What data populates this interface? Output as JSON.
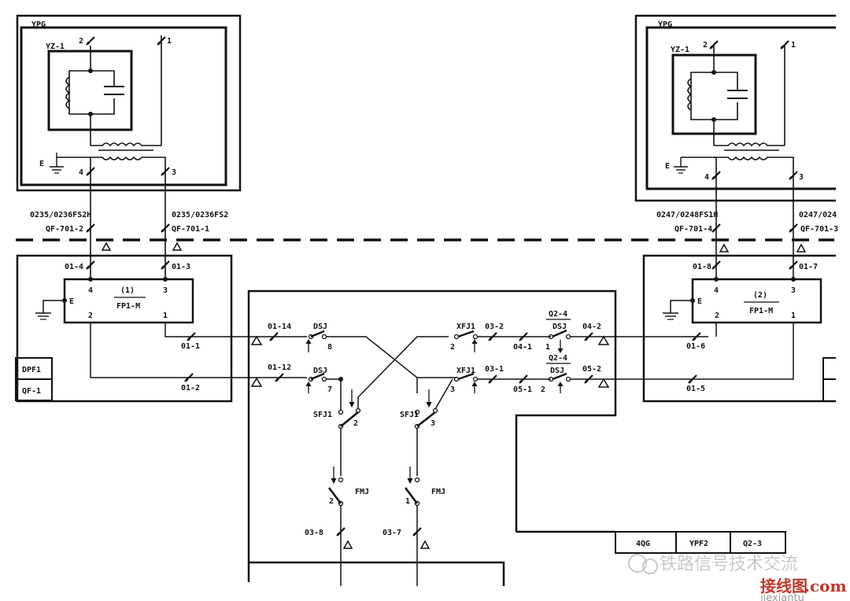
{
  "left_unit": {
    "box_label": "YPG",
    "transformer_label": "YZ-1",
    "earth": "E",
    "term_top_left": "2",
    "term_top_right": "1",
    "term_bot_left": "4",
    "term_bot_right": "3",
    "cable_label": "0235/0236FS2H",
    "cable_label_right": "0235/0236FS2",
    "qf_left": "QF-701-2",
    "qf_right": "QF-701-1",
    "t_left": "01-4",
    "t_right": "01-3",
    "fp_number": "(1)",
    "fp_label": "FP1-M",
    "fp_e": "E",
    "fp_p4": "4",
    "fp_p3": "3",
    "fp_p2": "2",
    "fp_p1": "1",
    "t_out1": "01-1",
    "t_out2": "01-2"
  },
  "right_unit": {
    "box_label": "YPG",
    "transformer_label": "YZ-1",
    "earth": "E",
    "term_top_left": "2",
    "term_top_right": "1",
    "term_bot_left": "4",
    "term_bot_right": "3",
    "cable_label": "0247/0248FS1H",
    "cable_label_right": "0247/024",
    "qf_left": "QF-701-4",
    "qf_right": "QF-701-3",
    "t_left": "01-8",
    "t_right": "01-7",
    "fp_number": "(2)",
    "fp_label": "FP1-M",
    "fp_e": "E",
    "fp_p4": "4",
    "fp_p3": "3",
    "fp_p2": "2",
    "fp_p1": "1",
    "t_out1": "01-6",
    "t_out2": "01-5"
  },
  "left_table": [
    "DPF1",
    "QF-1"
  ],
  "bottom_table": [
    "4QG",
    "YPF2",
    "Q2-3"
  ],
  "center": {
    "t_01_14": "01-14",
    "t_01_12": "01-12",
    "dsj_a": "DSJ",
    "dsj_a_num": "8",
    "dsj_b": "DSJ",
    "dsj_b_num": "7",
    "xfj_a": "XFJ1",
    "xfj_a_num": "2",
    "xfj_b": "XFJ1",
    "xfj_b_num": "3",
    "t_03_2": "03-2",
    "t_03_1": "03-1",
    "t_04_1": "04-1",
    "t_05_1": "05-1",
    "q2_4_a": "Q2-4",
    "q2_4_b": "Q2-4",
    "dsj_c": "DSJ",
    "dsj_c_num": "1",
    "dsj_d": "DSJ",
    "dsj_d_num": "2",
    "t_04_2": "04-2",
    "t_05_2": "05-2",
    "sfj_left": "SFJ1",
    "sfj_left_num": "2",
    "sfj_right": "SFJ1",
    "sfj_right_num": "3",
    "fmj_left": "FMJ",
    "fmj_left_num": "2",
    "fmj_right": "FMJ",
    "fmj_right_num": "1",
    "t_03_8": "03-8",
    "t_03_7": "03-7"
  },
  "watermark": {
    "text": "铁路信号技术交流",
    "site_cn": "接线图",
    "site_com": ".com",
    "site_url": "jiexiantu"
  }
}
